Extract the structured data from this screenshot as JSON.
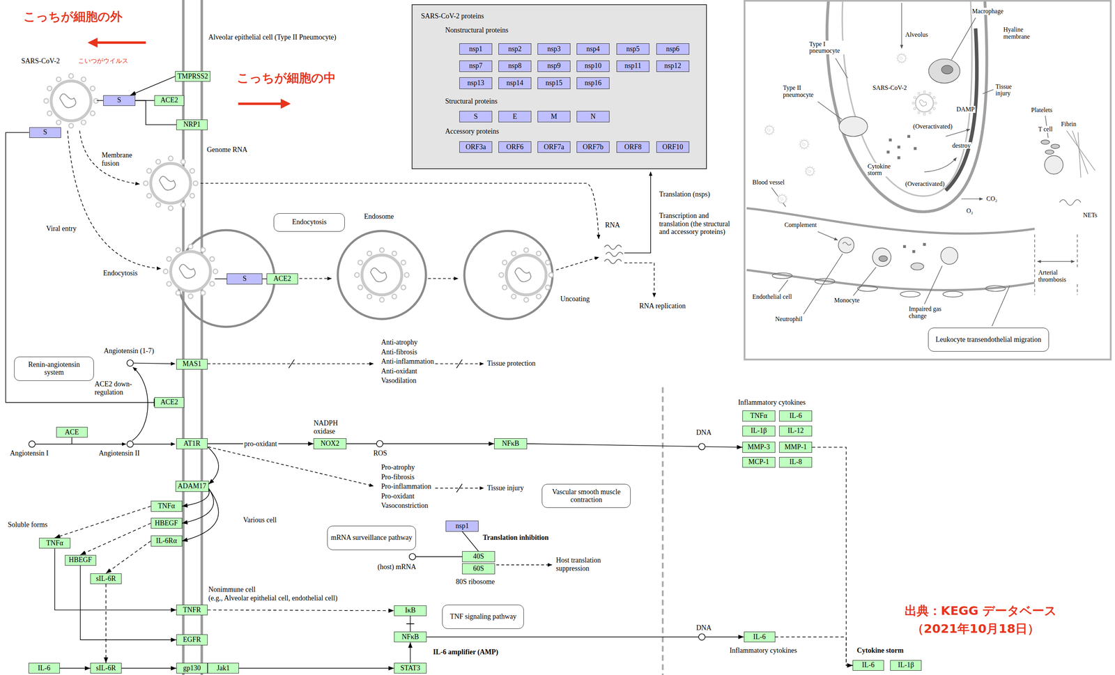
{
  "diagram": {
    "nodes": [
      {
        "text": [
          "TMPRSS2"
        ]
      },
      {
        "text": [
          "S"
        ]
      },
      {
        "text": [
          "ACE2"
        ]
      },
      {
        "text": [
          "NRP1"
        ]
      },
      {
        "text": [
          "S"
        ]
      },
      {
        "text": [
          "SARS-CoV-2 proteins",
          "Nonstructural proteins",
          "Structural proteins",
          "Accessory proteins"
        ]
      },
      {
        "text": [
          "nsp1"
        ],
        "in": 5
      },
      {
        "text": [
          "nsp2"
        ],
        "in": 5
      },
      {
        "text": [
          "nsp3"
        ],
        "in": 5
      },
      {
        "text": [
          "nsp4"
        ],
        "in": 5
      },
      {
        "text": [
          "nsp5"
        ],
        "in": 5
      },
      {
        "text": [
          "nsp6"
        ],
        "in": 5
      },
      {
        "text": [
          "nsp7"
        ],
        "in": 5
      },
      {
        "text": [
          "nsp8"
        ],
        "in": 5
      },
      {
        "text": [
          "nsp9"
        ],
        "in": 5
      },
      {
        "text": [
          "nsp10"
        ],
        "in": 5
      },
      {
        "text": [
          "nsp11"
        ],
        "in": 5
      },
      {
        "text": [
          "nsp12"
        ],
        "in": 5
      },
      {
        "text": [
          "nsp13"
        ],
        "in": 5
      },
      {
        "text": [
          "nsp14"
        ],
        "in": 5
      },
      {
        "text": [
          "nsp15"
        ],
        "in": 5
      },
      {
        "text": [
          "nsp16"
        ],
        "in": 5
      },
      {
        "text": [
          "S"
        ],
        "in": 5
      },
      {
        "text": [
          "E"
        ],
        "in": 5
      },
      {
        "text": [
          "M"
        ],
        "in": 5
      },
      {
        "text": [
          "N"
        ],
        "in": 5
      },
      {
        "text": [
          "ORF3a"
        ],
        "in": 5
      },
      {
        "text": [
          "ORF6"
        ],
        "in": 5
      },
      {
        "text": [
          "ORF7a"
        ],
        "in": 5
      },
      {
        "text": [
          "ORF7b"
        ],
        "in": 5
      },
      {
        "text": [
          "ORF8"
        ],
        "in": 5
      },
      {
        "text": [
          "ORF10"
        ],
        "in": 5
      },
      {
        "text": [
          "Leukocyte transendothelial migration"
        ]
      },
      {
        "text": [
          "Endocytosis"
        ]
      },
      {
        "text": [
          "S"
        ]
      },
      {
        "text": [
          "ACE2"
        ]
      },
      {
        "text": [
          "Renin-angiotensin system"
        ]
      },
      {
        "text": [
          "MAS1"
        ]
      },
      {
        "text": [
          "ACE2"
        ]
      },
      {
        "text": [
          "TNFα"
        ]
      },
      {
        "text": [
          "IL-6"
        ]
      },
      {
        "text": [
          "IL-1β"
        ]
      },
      {
        "text": [
          "IL-12"
        ]
      },
      {
        "text": [
          "MMP-3"
        ]
      },
      {
        "text": [
          "MMP-1"
        ]
      },
      {
        "text": [
          "MCP-1"
        ]
      },
      {
        "text": [
          "IL-8"
        ]
      },
      {
        "text": [
          "ACE"
        ]
      },
      {
        "text": [
          "AT1R"
        ]
      },
      {
        "text": [
          "NOX2"
        ]
      },
      {
        "text": [
          "NFκB"
        ]
      },
      {
        "text": [
          "ADAM17"
        ]
      },
      {
        "text": [
          "Vascular smooth muscle contraction"
        ]
      },
      {
        "text": [
          "TNFα"
        ]
      },
      {
        "text": [
          "HBEGF"
        ]
      },
      {
        "text": [
          "mRNA surveillance pathway"
        ]
      },
      {
        "text": [
          "nsp1"
        ]
      },
      {
        "text": [
          "IL-6Rα"
        ]
      },
      {
        "text": [
          "TNFα"
        ]
      },
      {
        "text": [
          "40S"
        ]
      },
      {
        "text": [
          "HBEGF"
        ]
      },
      {
        "text": [
          "60S"
        ]
      },
      {
        "text": [
          "sIL-6R"
        ]
      },
      {
        "text": [
          "TNFR"
        ]
      },
      {
        "text": [
          "IκB"
        ]
      },
      {
        "text": [
          "TNF signaling pathway"
        ]
      },
      {
        "text": [
          "NFκB"
        ]
      },
      {
        "text": [
          "IL-6"
        ]
      },
      {
        "text": [
          "EGFR"
        ]
      },
      {
        "text": [
          "IL-6"
        ]
      },
      {
        "text": [
          "IL-1β"
        ]
      },
      {
        "text": [
          "IL-6"
        ]
      },
      {
        "text": [
          "sIL-6R"
        ]
      },
      {
        "text": [
          "gp130"
        ]
      },
      {
        "text": [
          "Jak1"
        ]
      },
      {
        "text": [
          "STAT3"
        ]
      }
    ],
    "edges": [
      {
        "from": 0,
        "to": 1,
        "arrow": "to"
      },
      {
        "from": 1,
        "to": 2,
        "arrow": "none"
      },
      {
        "from": 1,
        "to": 3,
        "arrow": "none"
      },
      {
        "from": 4,
        "to": 38,
        "arrow": "to"
      },
      {
        "from": 34,
        "to": 35,
        "arrow": "none"
      },
      {
        "from": 48,
        "to": 49,
        "label": "pro-oxidant",
        "arrow": "to"
      },
      {
        "from": 49,
        "to": 50,
        "arrow": "to"
      },
      {
        "from": 50,
        "to": 43,
        "arrow": "to"
      },
      {
        "from": 48,
        "to": 51,
        "arrow": "to"
      },
      {
        "from": 51,
        "to": 53,
        "arrow": "to"
      },
      {
        "from": 51,
        "to": 54,
        "arrow": "to"
      },
      {
        "from": 51,
        "to": 57,
        "arrow": "to"
      },
      {
        "from": 53,
        "to": 58,
        "arrow": "to"
      },
      {
        "from": 54,
        "to": 60,
        "arrow": "to"
      },
      {
        "from": 57,
        "to": 62,
        "arrow": "to"
      },
      {
        "from": 58,
        "to": 63,
        "arrow": "to"
      },
      {
        "from": 60,
        "to": 68,
        "arrow": "to"
      },
      {
        "from": 62,
        "to": 72,
        "arrow": "to"
      },
      {
        "from": 71,
        "to": 72,
        "arrow": "to"
      },
      {
        "from": 72,
        "to": 73,
        "arrow": "to"
      },
      {
        "from": 74,
        "to": 75,
        "arrow": "to"
      },
      {
        "from": 75,
        "to": 66,
        "arrow": "to"
      },
      {
        "from": 64,
        "to": 66,
        "arrow": "none"
      },
      {
        "from": 63,
        "to": 64,
        "arrow": "to"
      },
      {
        "from": 66,
        "to": 67,
        "arrow": "to"
      },
      {
        "from": 67,
        "to": 69,
        "arrow": "to"
      },
      {
        "from": 44,
        "to": 69,
        "arrow": "to"
      },
      {
        "from": 56,
        "to": 59,
        "arrow": "none"
      }
    ],
    "labels": [
      "こっちが細胞の外",
      "こっちが細胞の中",
      "SARS-CoV-2",
      "こいつがウイルス",
      "Alveolar epithelial cell (Type II Pneumocyte)",
      "Membrane fusion",
      "Genome RNA",
      "Viral entry",
      "Endocytosis",
      "Endosome",
      "Uncoating",
      "RNA",
      "Translation (nsps)",
      "Transcription and translation (the structural and accessory proteins)",
      "RNA replication",
      "Angiotensin (1-7)",
      "ACE2 down-regulation",
      "Angiotensin I",
      "Angiotensin II",
      "Anti-atrophy",
      "Anti-fibrosis",
      "Anti-inflammation",
      "Anti-oxidant",
      "Vasodilation",
      "Tissue protection",
      "NADPH oxidase",
      "ROS",
      "Pro-atrophy",
      "Pro-fibrosis",
      "Pro-inflammation",
      "Pro-oxidant",
      "Vasoconstriction",
      "Tissue injury",
      "DNA",
      "Inflammatory cytokines",
      "Soluble forms",
      "Various cell",
      "Translation inhibition",
      "(host) mRNA",
      "Host translation suppression",
      "80S ribosome",
      "Nonimmune cell",
      "(e.g., Alveolar epithelial cell, endothelial cell)",
      "IL-6 amplifier (AMP)",
      "DNA",
      "Inflammatory cytokines",
      "Cytokine storm",
      "出典：KEGG データベース",
      "（2021年10月18日）",
      "Macrophage",
      "Alveolus",
      "Hyaline membrane",
      "Type I pneumocyte",
      "Type II pneumocyte",
      "SARS-CoV-2",
      "Tissue injury",
      "DAMP",
      "Platelets",
      "(Overactivated)",
      "Fibrin",
      "T cell",
      "destroy",
      "Cytokine storm",
      "Blood vessel",
      "(Overactivated)",
      "CO₂",
      "O₂",
      "NETs",
      "Complement",
      "Endothelial cell",
      "Monocyte",
      "Neutrophil",
      "Impaired gas change",
      "Arterial thrombosis"
    ]
  }
}
